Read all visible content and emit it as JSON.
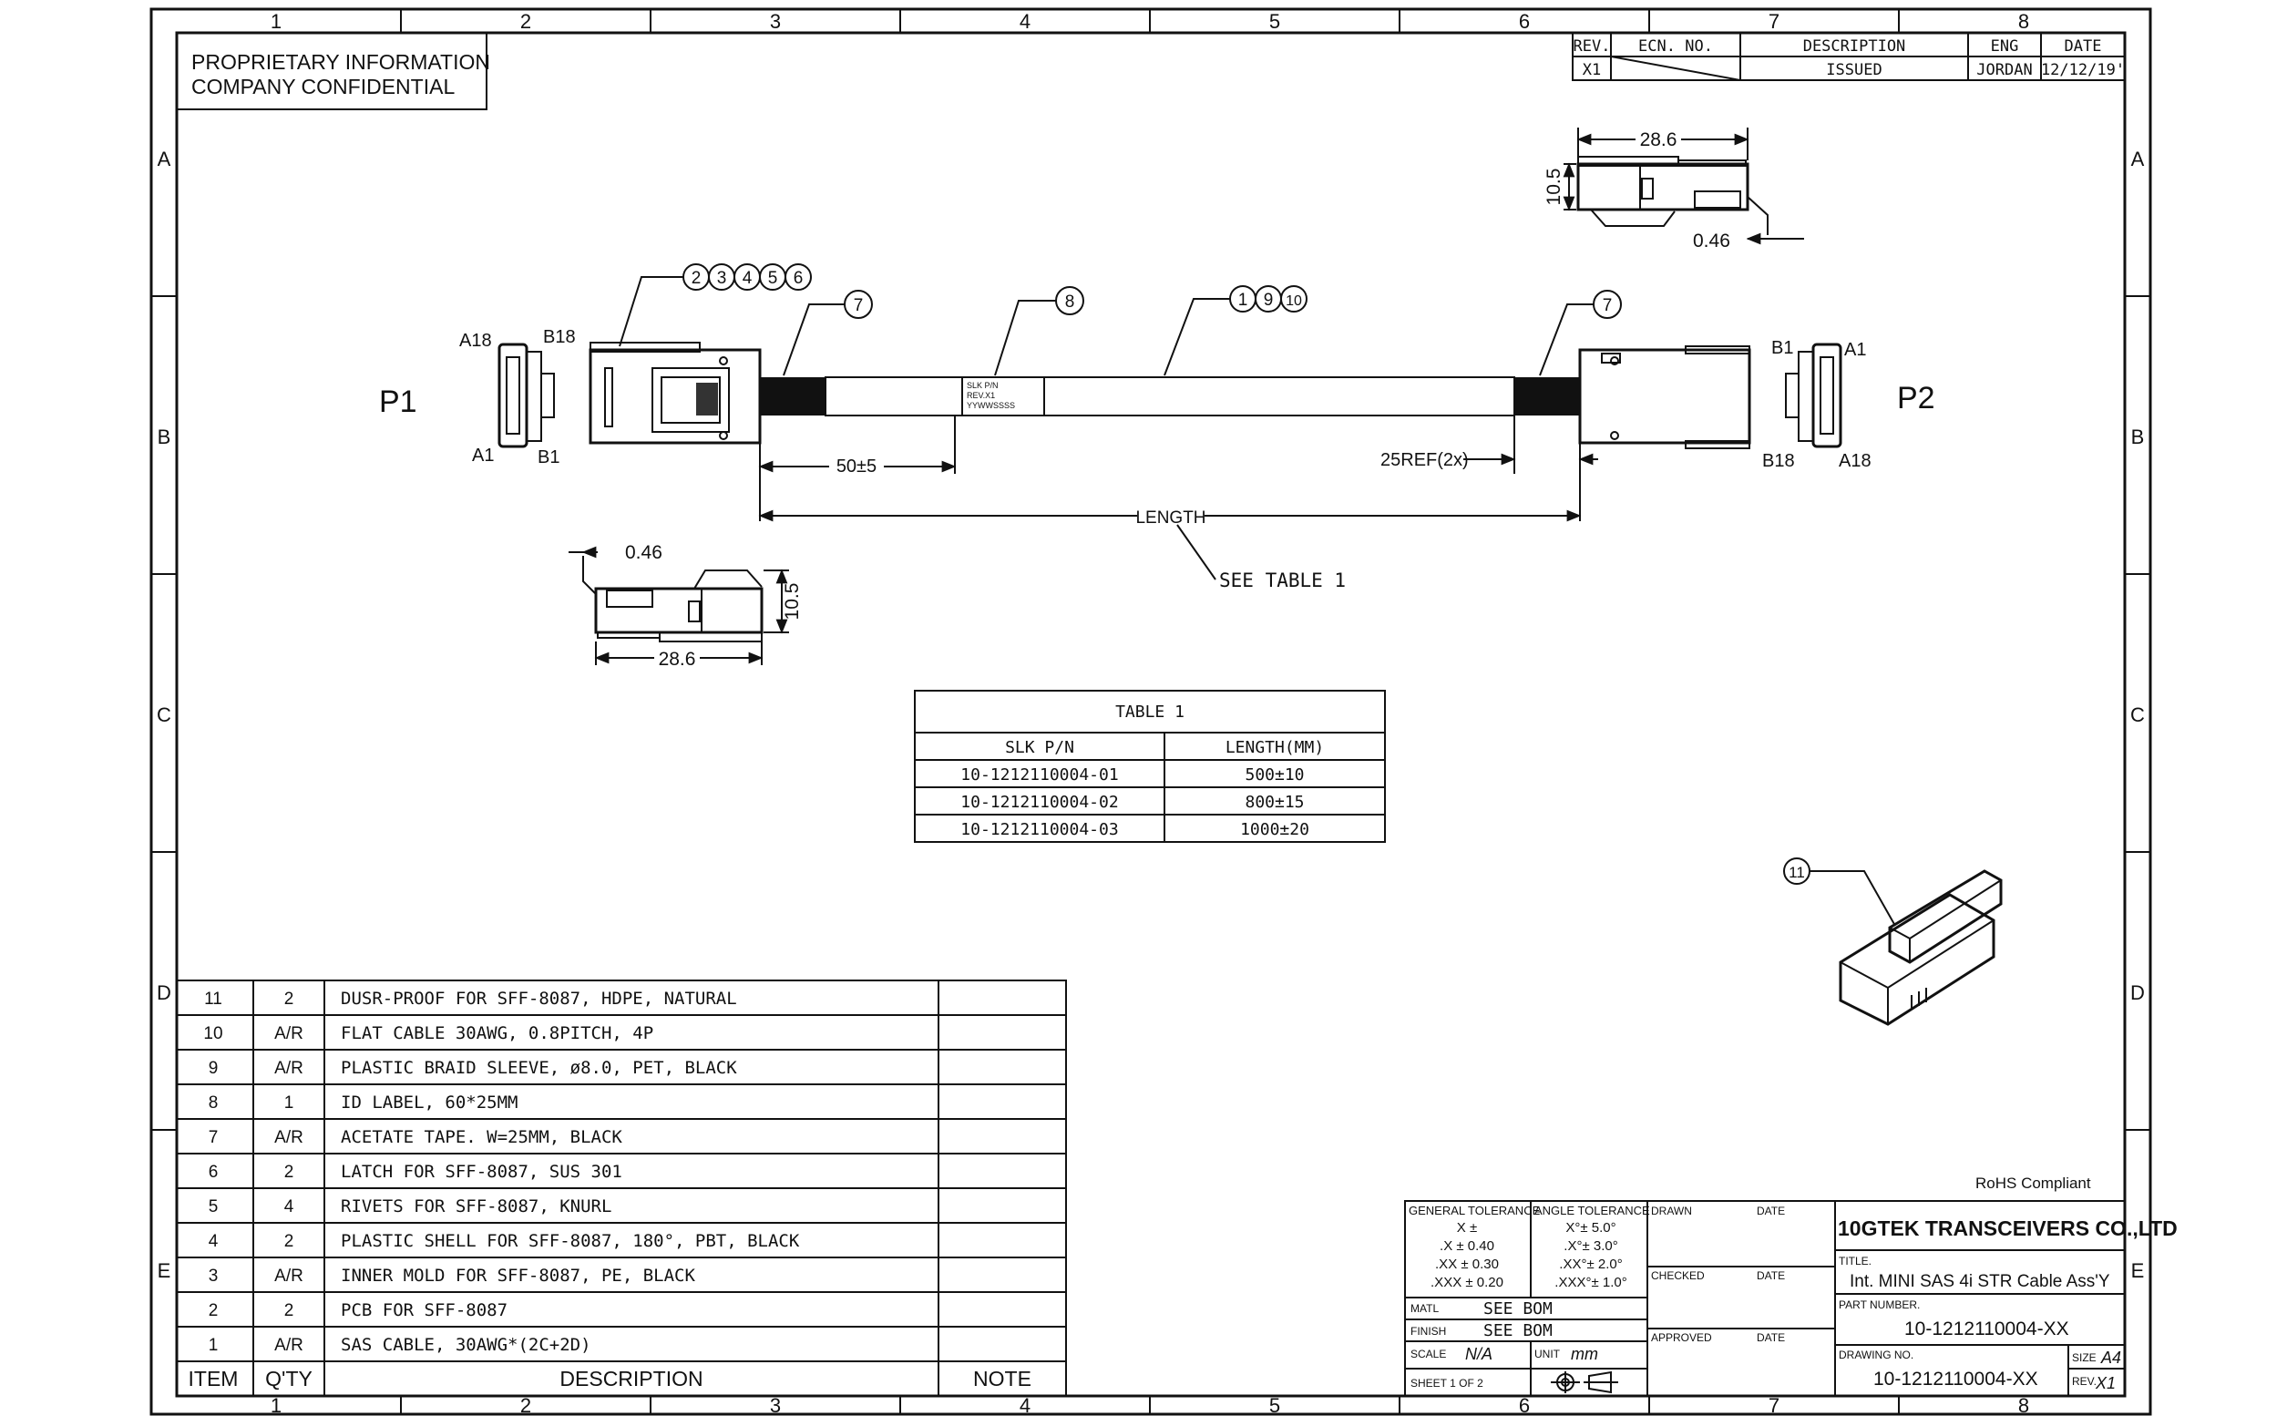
{
  "border": {
    "columns": [
      "1",
      "2",
      "3",
      "4",
      "5",
      "6",
      "7",
      "8"
    ],
    "rows": [
      "A",
      "B",
      "C",
      "D",
      "E"
    ]
  },
  "notice": [
    "PROPRIETARY INFORMATION",
    "COMPANY CONFIDENTIAL"
  ],
  "revision_table": {
    "headers": [
      "REV.",
      "ECN. NO.",
      "DESCRIPTION",
      "ENG",
      "DATE"
    ],
    "row": [
      "X1",
      "",
      "ISSUED",
      "JORDAN",
      "12/12/19'"
    ]
  },
  "drawing": {
    "p1": "P1",
    "p2": "P2",
    "pins": {
      "a18": "A18",
      "b18": "B18",
      "a1": "A1",
      "b1": "B1"
    },
    "dims": {
      "width": "28.6",
      "height": "10.5",
      "latch": "0.46",
      "tape": "50±5",
      "ref": "25REF(2x)",
      "length": "LENGTH",
      "see_table": "SEE TABLE 1"
    },
    "label": [
      "SLK P/N",
      "REV.X1",
      "YYWWSSSS"
    ],
    "balloons_left": [
      "2",
      "3",
      "4",
      "5",
      "6"
    ],
    "balloon_7": "7",
    "balloon_8": "8",
    "balloons_cable": [
      "1",
      "9",
      "10"
    ],
    "balloon_11": "11"
  },
  "table1": {
    "title": "TABLE 1",
    "headers": [
      "SLK P/N",
      "LENGTH(MM)"
    ],
    "rows": [
      [
        "10-1212110004-01",
        "500±10"
      ],
      [
        "10-1212110004-02",
        "800±15"
      ],
      [
        "10-1212110004-03",
        "1000±20"
      ]
    ]
  },
  "bom": {
    "headers": [
      "ITEM",
      "Q'TY",
      "DESCRIPTION",
      "NOTE"
    ],
    "rows": [
      [
        "11",
        "2",
        "DUSR-PROOF FOR SFF-8087, HDPE, NATURAL"
      ],
      [
        "10",
        "A/R",
        "FLAT CABLE 30AWG, 0.8PITCH, 4P"
      ],
      [
        "9",
        "A/R",
        "PLASTIC BRAID SLEEVE, ø8.0, PET, BLACK"
      ],
      [
        "8",
        "1",
        "ID LABEL, 60*25MM"
      ],
      [
        "7",
        "A/R",
        "ACETATE TAPE. W=25MM, BLACK"
      ],
      [
        "6",
        "2",
        "LATCH FOR SFF-8087, SUS 301"
      ],
      [
        "5",
        "4",
        "RIVETS FOR SFF-8087, KNURL"
      ],
      [
        "4",
        "2",
        "PLASTIC SHELL FOR SFF-8087, 180°, PBT, BLACK"
      ],
      [
        "3",
        "A/R",
        "INNER MOLD FOR SFF-8087, PE, BLACK"
      ],
      [
        "2",
        "2",
        "PCB FOR SFF-8087"
      ],
      [
        "1",
        "A/R",
        "SAS CABLE, 30AWG*(2C+2D)"
      ]
    ]
  },
  "title_block": {
    "rohs": "RoHS Compliant",
    "general_tolerance": {
      "title": "GENERAL TOLERANCE",
      "lines": [
        "X ±",
        ".X ± 0.40",
        ".XX ± 0.30",
        ".XXX ± 0.20"
      ]
    },
    "angle_tolerance": {
      "title": "ANGLE TOLERANCE",
      "lines": [
        "X°± 5.0°",
        ".X°± 3.0°",
        ".XX°± 2.0°",
        ".XXX°± 1.0°"
      ]
    },
    "drawn": "DRAWN",
    "checked": "CHECKED",
    "approved": "APPROVED",
    "date": "DATE",
    "matl_label": "MATL",
    "matl": "SEE BOM",
    "finish_label": "FINISH",
    "finish": "SEE BOM",
    "scale_label": "SCALE",
    "scale": "N/A",
    "unit_label": "UNIT",
    "unit": "mm",
    "sheet": "SHEET  1  OF  2",
    "company": "10GTEK TRANSCEIVERS CO.,LTD",
    "title_label": "TITLE.",
    "title": "Int. MINI SAS 4i STR Cable Ass'Y",
    "part_label": "PART NUMBER.",
    "part_number": "10-1212110004-XX",
    "drawing_label": "DRAWING NO.",
    "drawing_number": "10-1212110004-XX",
    "size_label": "SIZE",
    "size": "A4",
    "rev_label": "REV.",
    "rev": "X1"
  }
}
